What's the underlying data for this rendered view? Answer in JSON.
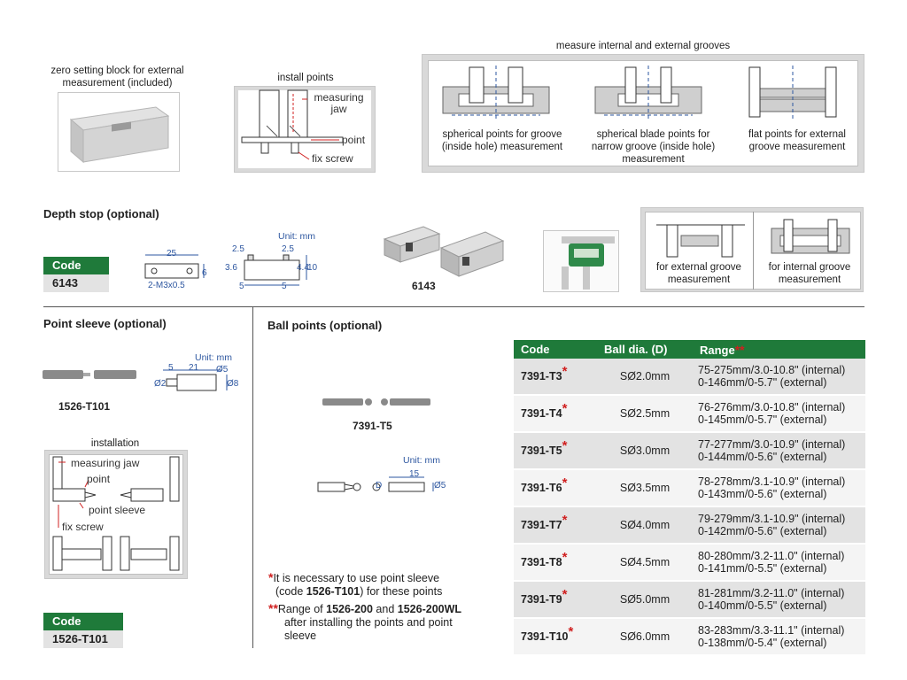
{
  "top": {
    "zero_block_caption": "zero setting block for external measurement (included)",
    "install_points": {
      "title": "install points",
      "measuring_jaw": "measuring jaw",
      "point": "point",
      "fix_screw": "fix screw"
    },
    "grooves": {
      "title": "measure internal and external grooves",
      "items": [
        "spherical points for groove (inside hole) measurement",
        "spherical blade points for narrow groove (inside hole) measurement",
        "flat points for external groove measurement"
      ]
    }
  },
  "depth_stop": {
    "heading": "Depth stop (optional)",
    "code_label": "Code",
    "code_value": "6143",
    "unit": "Unit: mm",
    "dims": {
      "d25": "25",
      "d6": "6",
      "thread": "2-M3x0.5",
      "d2_5a": "2.5",
      "d2_5b": "2.5",
      "d3_6": "3.6",
      "d4_4": "4.4",
      "d10": "10",
      "d5a": "5",
      "d5b": "5"
    },
    "photo_label": "6143",
    "external_caption": "for external groove measurement",
    "internal_caption": "for internal groove measurement"
  },
  "point_sleeve": {
    "heading": "Point sleeve (optional)",
    "unit": "Unit: mm",
    "dims": {
      "d5": "5",
      "d21": "21",
      "phi2": "Ø2",
      "phi5": "Ø5",
      "phi8": "Ø8"
    },
    "photo_label": "1526-T101",
    "installation_title": "installation",
    "labels": {
      "measuring_jaw": "measuring jaw",
      "point": "point",
      "point_sleeve": "point sleeve",
      "fix_screw": "fix screw"
    },
    "code_label": "Code",
    "code_value": "1526-T101"
  },
  "ball_points": {
    "heading": "Ball points (optional)",
    "photo_label": "7391-T5",
    "unit": "Unit: mm",
    "dims": {
      "d15": "15",
      "D": "D",
      "phi5": "Ø5"
    },
    "table": {
      "headers": [
        "Code",
        "Ball dia. (D)",
        "Range"
      ],
      "rows": [
        {
          "code": "7391-T3",
          "dia": "SØ2.0mm",
          "internal": "75-275mm/3.0-10.8\" (internal)",
          "external": "0-146mm/0-5.7\" (external)"
        },
        {
          "code": "7391-T4",
          "dia": "SØ2.5mm",
          "internal": "76-276mm/3.0-10.8\" (internal)",
          "external": "0-145mm/0-5.7\" (external)"
        },
        {
          "code": "7391-T5",
          "dia": "SØ3.0mm",
          "internal": "77-277mm/3.0-10.9\" (internal)",
          "external": "0-144mm/0-5.6\" (external)"
        },
        {
          "code": "7391-T6",
          "dia": "SØ3.5mm",
          "internal": "78-278mm/3.1-10.9\" (internal)",
          "external": "0-143mm/0-5.6\" (external)"
        },
        {
          "code": "7391-T7",
          "dia": "SØ4.0mm",
          "internal": "79-279mm/3.1-10.9\" (internal)",
          "external": "0-142mm/0-5.6\" (external)"
        },
        {
          "code": "7391-T8",
          "dia": "SØ4.5mm",
          "internal": "80-280mm/3.2-11.0\" (internal)",
          "external": "0-141mm/0-5.5\" (external)"
        },
        {
          "code": "7391-T9",
          "dia": "SØ5.0mm",
          "internal": "81-281mm/3.2-11.0\" (internal)",
          "external": "0-140mm/0-5.5\" (external)"
        },
        {
          "code": "7391-T10",
          "dia": "SØ6.0mm",
          "internal": "83-283mm/3.3-11.1\" (internal)",
          "external": "0-138mm/0-5.4\" (external)"
        }
      ]
    },
    "notes": {
      "star": "*",
      "note1_a": "It is necessary to use point sleeve",
      "note1_b_pre": "(code ",
      "note1_b_code": "1526-T101",
      "note1_b_post": ") for these points",
      "dstar": "**",
      "note2_pre": "Range of ",
      "note2_code1": "1526-200",
      "note2_mid": " and ",
      "note2_code2": "1526-200WL",
      "note2_line2": "after installing the points and point",
      "note2_line3": "sleeve"
    }
  },
  "colors": {
    "green": "#1f7a3a",
    "red_star": "#d02020",
    "unit_blue": "#2e57a0",
    "panel_grey": "#d9d9d9"
  }
}
